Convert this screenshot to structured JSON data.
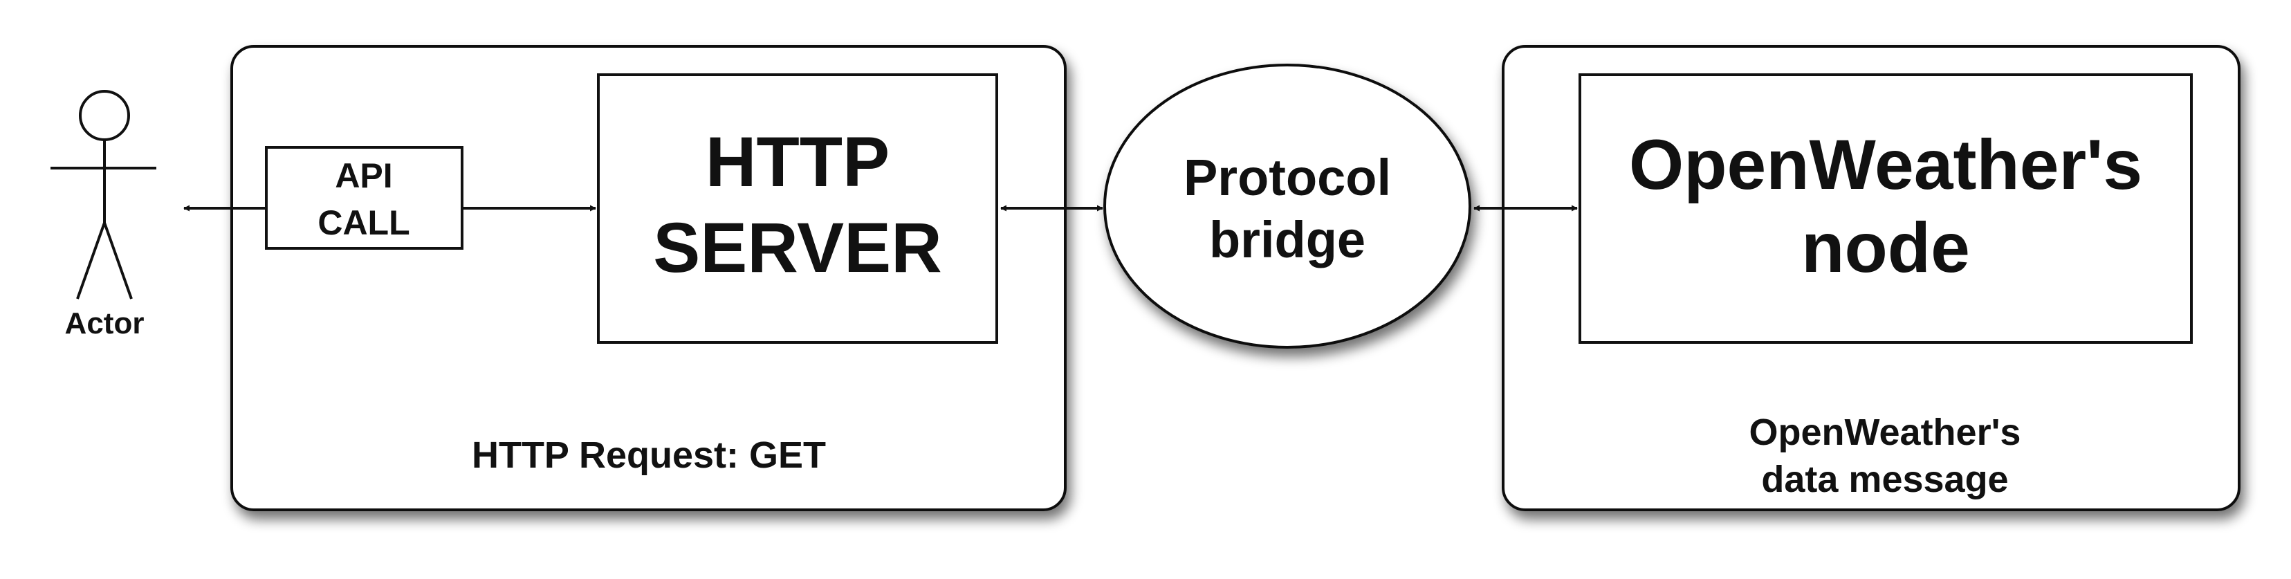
{
  "actor": {
    "label": "Actor"
  },
  "api_call": {
    "line1": "API",
    "line2": "CALL"
  },
  "http_server": {
    "line1": "HTTP",
    "line2": "SERVER"
  },
  "http_container": {
    "caption": "HTTP Request: GET"
  },
  "protocol_bridge": {
    "line1": "Protocol",
    "line2": "bridge"
  },
  "openweather_node": {
    "line1": "OpenWeather's",
    "line2": "node"
  },
  "openweather_container": {
    "caption_line1": "OpenWeather's",
    "caption_line2": "data message"
  }
}
